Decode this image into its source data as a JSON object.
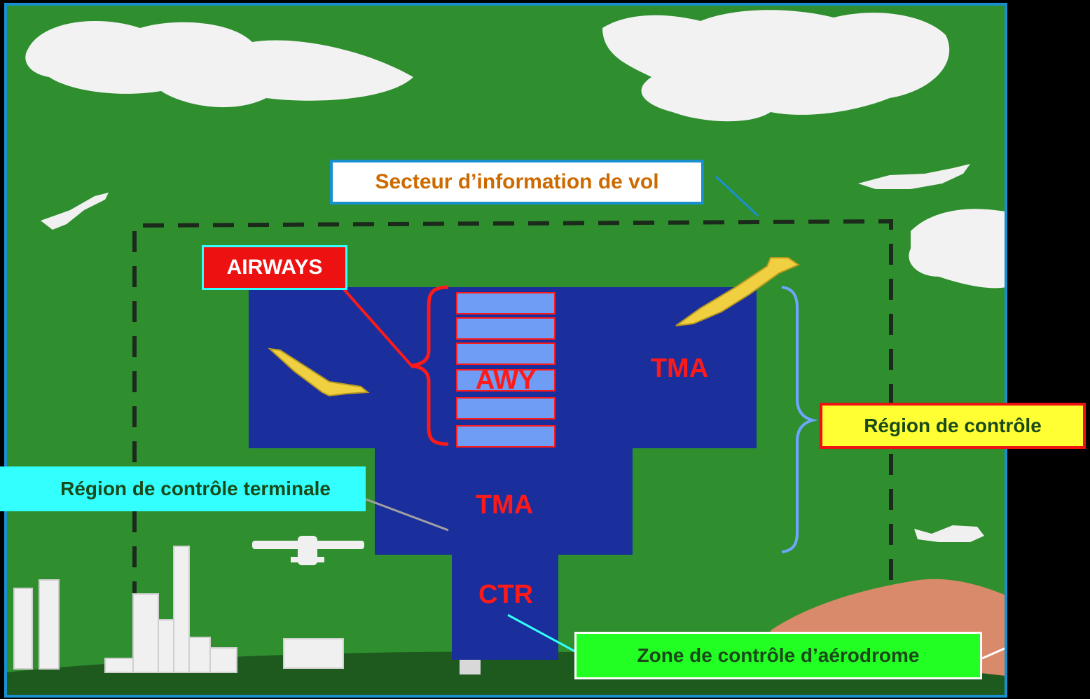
{
  "diagram": {
    "labels": {
      "fir": "Secteur d’information de vol",
      "airways": "AIRWAYS",
      "control_region": "Région de contrôle",
      "terminal_region": "Région de contrôle terminale",
      "aerodrome_zone": "Zone de contrôle d’aérodrome"
    },
    "zones": {
      "tma_upper": "TMA",
      "tma_lower": "TMA",
      "awy": "AWY",
      "ctr": "CTR"
    }
  },
  "colors": {
    "sky": "#2f8f2f",
    "airspace": "#1a2e9c",
    "airway_band": "#6f9cf5",
    "zone_text": "#ff1a1a",
    "fir_label_text": "#cc6a00",
    "control_region_bg": "#ffff33",
    "terminal_region_bg": "#33ffff",
    "aerodrome_bg": "#22ff22",
    "airways_bg": "#ee1111",
    "frame": "#1a8fd0"
  }
}
